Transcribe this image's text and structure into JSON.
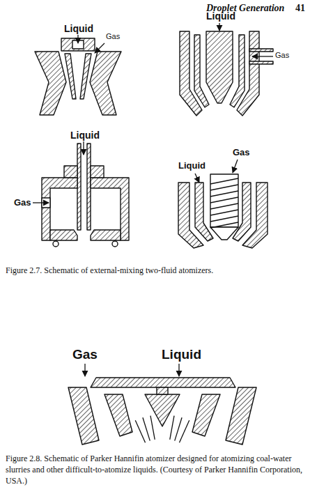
{
  "diagram": {
    "labels": [
      "Droplet Generation",
      "41",
      "Liquid",
      "Gas",
      "Liquid",
      "Gas",
      "Liquid",
      "Gas",
      "Gas",
      "Liquid",
      "Figure 2.7. Schematic of external-mixing two-fluid atomizers.",
      "Gas",
      "Liquid",
      "Figure 2.8. Schematic of Parker Hannifin atomizer designed for atomizing coal-water slurries and other difficult-to-atomize liquids. (Courtesy of Parker Hannifin Corporation, USA.)"
    ]
  }
}
